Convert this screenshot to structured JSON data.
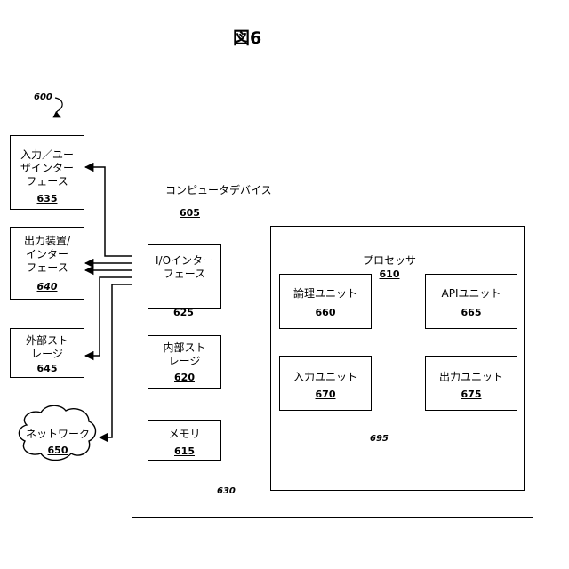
{
  "figure_title": "図6",
  "system_ref": "600",
  "computer": {
    "label": "コンピュータデバイス",
    "number": "605"
  },
  "processor": {
    "label": "プロセッサ",
    "number": "610"
  },
  "io_interface": {
    "label": "I/Oインター\nフェース",
    "number": "625"
  },
  "internal_storage": {
    "label": "内部スト\nレージ",
    "number": "620"
  },
  "memory": {
    "label": "メモリ",
    "number": "615"
  },
  "logic_unit": {
    "label": "論理ユニット",
    "number": "660"
  },
  "api_unit": {
    "label": "APIユニット",
    "number": "665"
  },
  "input_unit": {
    "label": "入力ユニット",
    "number": "670"
  },
  "output_unit": {
    "label": "出力ユニット",
    "number": "675"
  },
  "input_ui": {
    "label": "入力／ユー\nザインター\nフェース",
    "number": "635"
  },
  "output_device": {
    "label": "出力装置/\nインター\nフェース",
    "number": "640"
  },
  "external_storage": {
    "label": "外部スト\nレージ",
    "number": "645"
  },
  "network": {
    "label": "ネットワーク",
    "number": "650"
  },
  "bus_ref": "630",
  "internal_bus_ref": "695"
}
